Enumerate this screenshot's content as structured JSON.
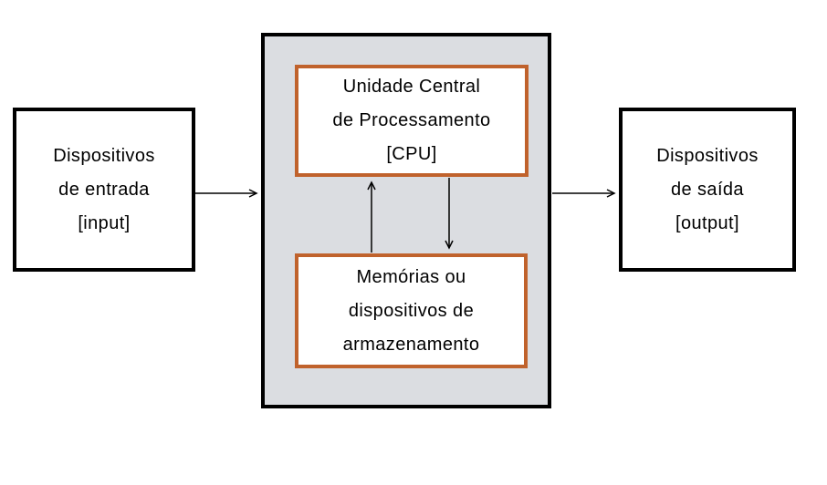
{
  "diagram": {
    "title": "computer-architecture-block-diagram",
    "colors": {
      "box_border": "#000000",
      "accent_border": "#c0622c",
      "system_fill": "#dbdde1",
      "arrow": "#000000",
      "page_bg": "#ffffff",
      "text": "#000000"
    },
    "nodes": {
      "input": {
        "lines": [
          "Dispositivos",
          "de entrada",
          "[input]"
        ]
      },
      "cpu": {
        "lines": [
          "Unidade Central",
          "de Processamento",
          "[CPU]"
        ]
      },
      "memory": {
        "lines": [
          "Memórias ou",
          "dispositivos de",
          "armazenamento"
        ]
      },
      "output": {
        "lines": [
          "Dispositivos",
          "de saída",
          "[output]"
        ]
      }
    },
    "edges": [
      {
        "from": "input",
        "to": "system",
        "direction": "right"
      },
      {
        "from": "system",
        "to": "output",
        "direction": "right"
      },
      {
        "from": "memory",
        "to": "cpu",
        "direction": "up"
      },
      {
        "from": "cpu",
        "to": "memory",
        "direction": "down"
      }
    ]
  }
}
